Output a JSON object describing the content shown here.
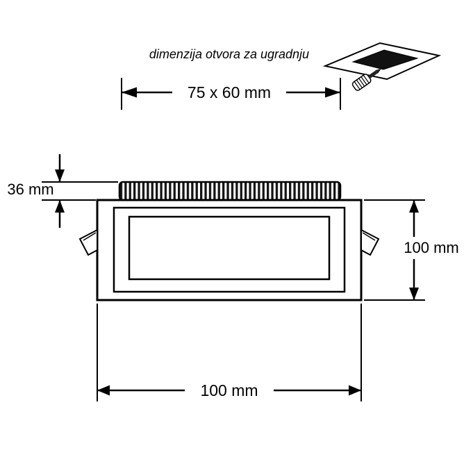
{
  "title": "dimenzija otvora za ugradnju",
  "dimensions": {
    "cutout_label": "75 x 60 mm",
    "height_label": "36 mm",
    "depth_label": "100 mm",
    "width_label": "100 mm"
  },
  "colors": {
    "line": "#000000",
    "background": "#ffffff",
    "hole_fill": "#111111"
  }
}
